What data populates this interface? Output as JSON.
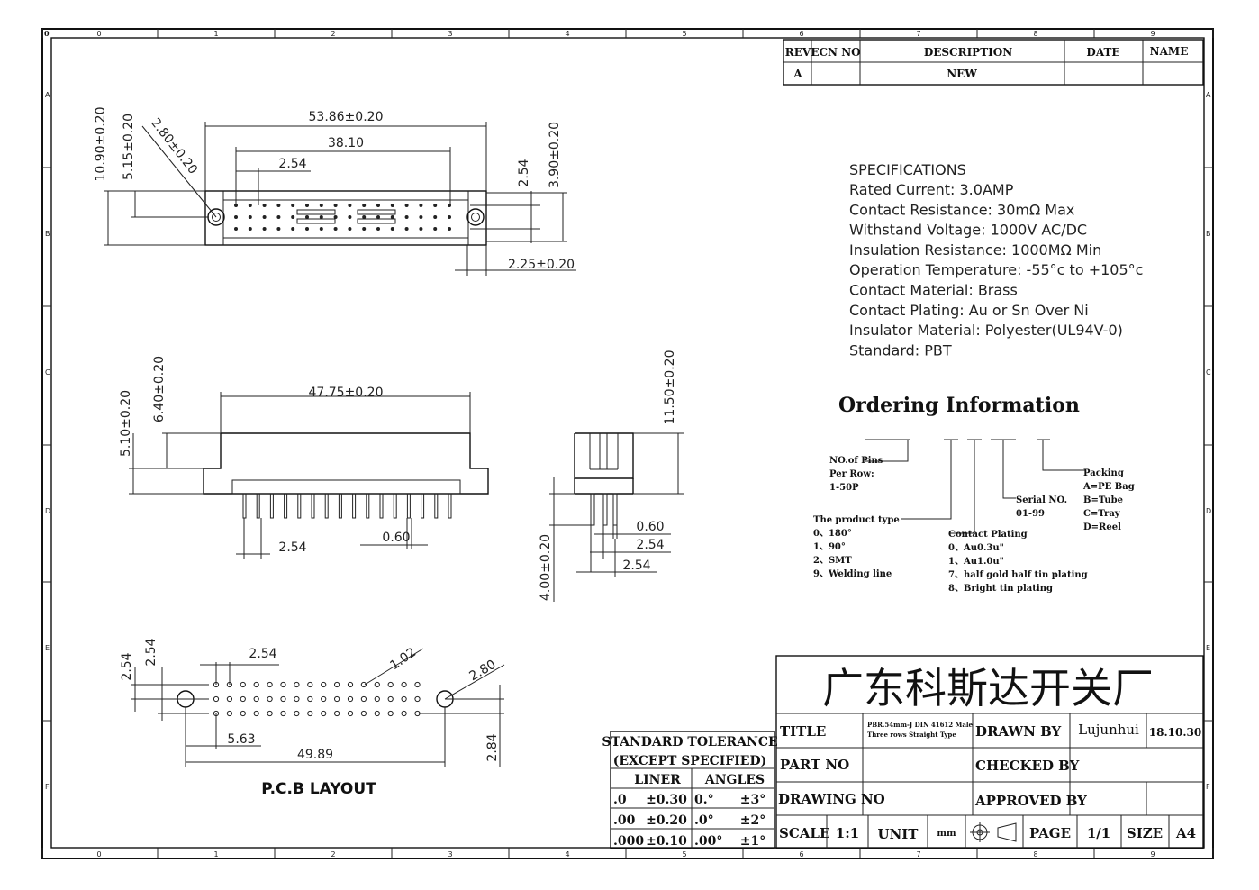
{
  "frame": {
    "col_labels": [
      "0",
      "1",
      "2",
      "3",
      "4",
      "5",
      "6",
      "7",
      "8",
      "9"
    ],
    "row_labels": [
      "A",
      "B",
      "C",
      "D",
      "E",
      "F"
    ],
    "corner_mark": "0"
  },
  "revision_table": {
    "headers": [
      "REV",
      "ECN NO",
      "DESCRIPTION",
      "DATE",
      "NAME"
    ],
    "row": [
      "A",
      "",
      "NEW",
      "",
      ""
    ]
  },
  "top_view": {
    "dims": [
      "53.86±0.20",
      "38.10",
      "2.54",
      "2.54",
      "3.90±0.20",
      "10.90±0.20",
      "5.15±0.20",
      "2.80±0.20",
      "2.25±0.20"
    ]
  },
  "front_view": {
    "dims": [
      "47.75±0.20",
      "6.40±0.20",
      "5.10±0.20",
      "2.54",
      "0.60"
    ]
  },
  "side_view": {
    "dims": [
      "11.50±0.20",
      "0.60",
      "2.54",
      "2.54",
      "4.00±0.20"
    ]
  },
  "pcb_layout": {
    "title": "P.C.B LAYOUT",
    "dims": [
      "2.54",
      "2.54",
      "2.54",
      "1.02",
      "2.80",
      "5.63",
      "49.89",
      "2.84"
    ]
  },
  "specifications": {
    "heading": "SPECIFICATIONS",
    "items": [
      "Rated Current: 3.0AMP",
      "Contact Resistance: 30mΩ Max",
      "Withstand Voltage: 1000V AC/DC",
      "Insulation Resistance: 1000MΩ Min",
      "Operation Temperature: -55°c to +105°c",
      "Contact Material: Brass",
      "Contact Plating: Au or Sn Over Ni",
      "Insulator Material: Polyester(UL94V-0)",
      "Standard:        PBT"
    ]
  },
  "ordering": {
    "heading": "Ordering Information",
    "pins": [
      "NO.of Pins",
      "Per Row:",
      "1-50P"
    ],
    "product_type": [
      "The product type",
      "0、180°",
      "1、90°",
      "2、SMT",
      "9、Welding line"
    ],
    "plating": [
      "Contact Plating",
      "0、Au0.3u\"",
      "1、Au1.0u\"",
      "7、half gold half tin plating",
      "8、Bright tin plating"
    ],
    "serial": [
      "Serial NO.",
      "01-99"
    ],
    "packing": [
      "Packing",
      "A=PE Bag",
      "B=Tube",
      "C=Tray",
      "D=Reel"
    ]
  },
  "tolerance": {
    "title1": "STANDARD TOLERANCE",
    "title2": "(EXCEPT  SPECIFIED)",
    "col1": "LINER",
    "col2": "ANGLES",
    "rows": [
      [
        ".0",
        "±0.30",
        "0.°",
        "±3°"
      ],
      [
        ".00",
        "±0.20",
        ".0°",
        "±2°"
      ],
      [
        ".000",
        "±0.10",
        ".00°",
        "±1°"
      ]
    ]
  },
  "title_block": {
    "company": "广东科斯达开关厂",
    "title_label": "TITLE",
    "title_value1": "PBR.54mm-J DIN 41612 Male",
    "title_value2": "Three rows Straight Type",
    "drawn_label": "DRAWN BY",
    "drawn_name": "Lujunhui",
    "drawn_date": "18.10.30",
    "part_label": "PART NO",
    "checked_label": "CHECKED BY",
    "drawing_label": "DRAWING NO",
    "approved_label": "APPROVED BY",
    "scale_label": "SCALE",
    "scale_value": "1:1",
    "unit_label": "UNIT",
    "unit_value": "mm",
    "page_label": "PAGE",
    "page_value": "1/1",
    "size_label": "SIZE",
    "size_value": "A4"
  }
}
